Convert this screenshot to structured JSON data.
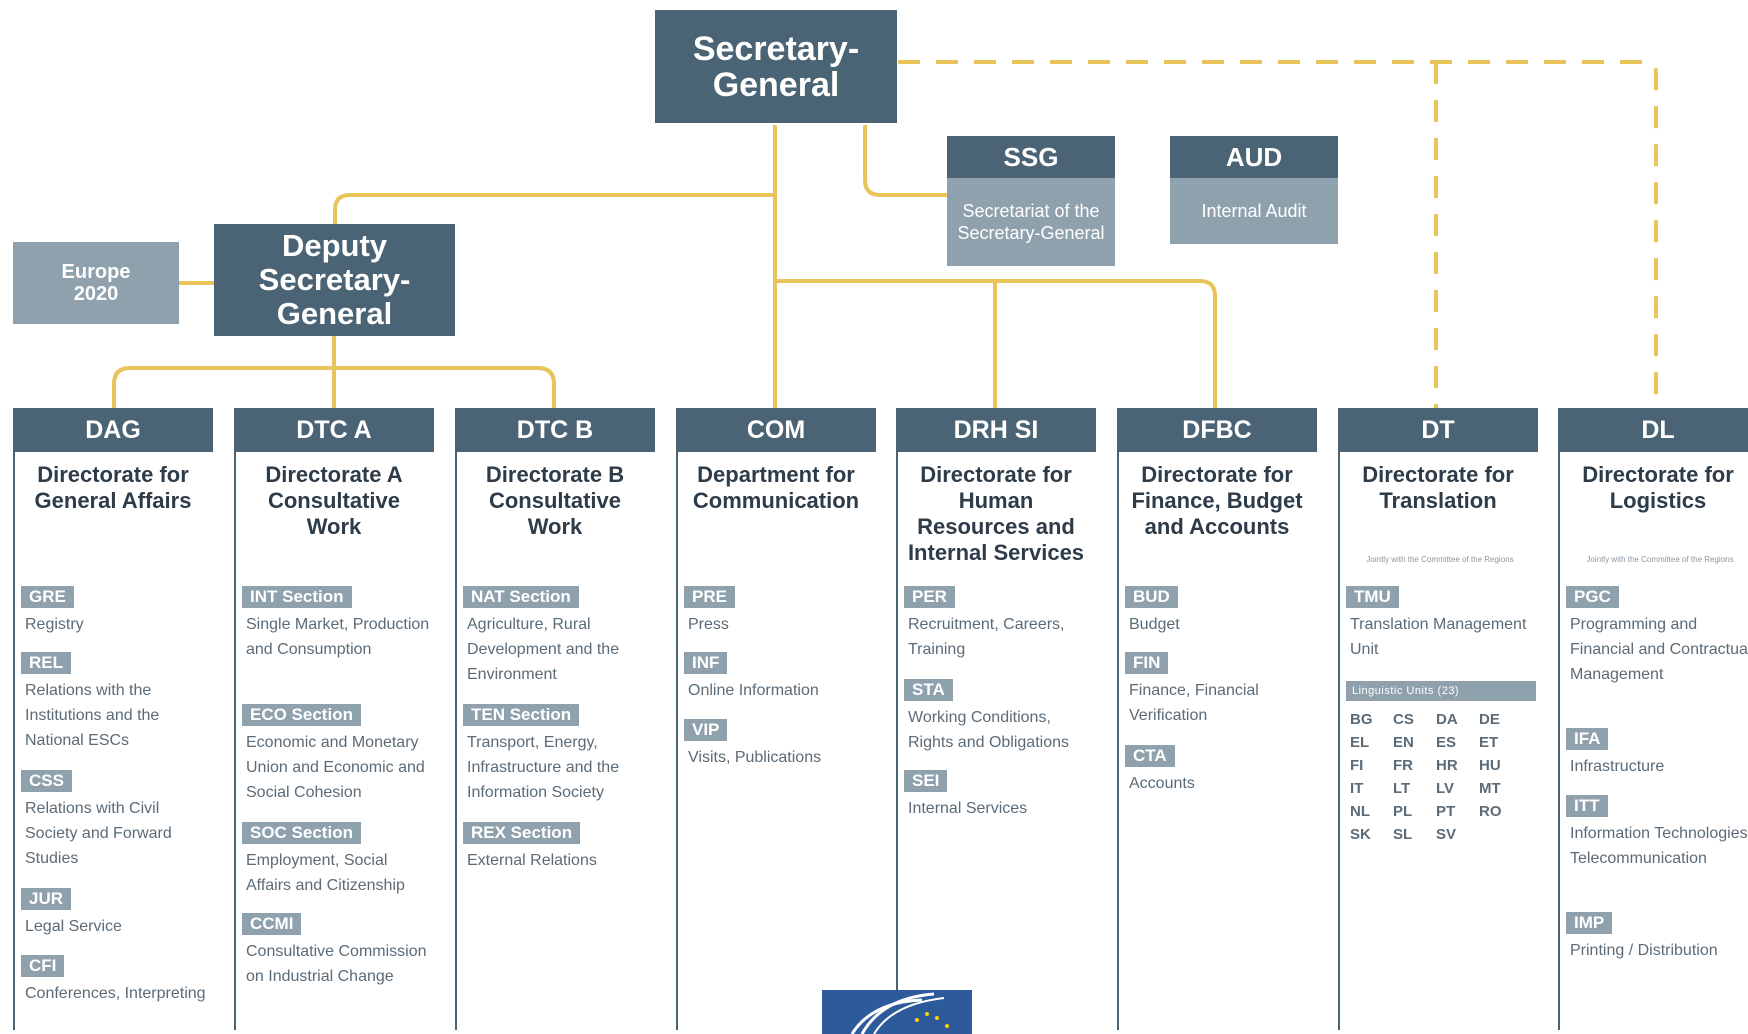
{
  "colors": {
    "dark_box": "#4b6475",
    "light_box": "#8fa1ad",
    "connector": "#e8c45a"
  },
  "top": {
    "secretary_general": "Secretary-\nGeneral",
    "ssg": {
      "code": "SSG",
      "name": "Secretariat of the Secretary-General"
    },
    "aud": {
      "code": "AUD",
      "name": "Internal Audit"
    },
    "deputy": "Deputy Secretary-General",
    "europe2020": "Europe 2020"
  },
  "directorates": [
    {
      "code": "DAG",
      "title": "Directorate for General Affairs",
      "units": [
        {
          "tag": "GRE",
          "desc": "Registry"
        },
        {
          "tag": "REL",
          "desc": "Relations with the Institutions and the National ESCs"
        },
        {
          "tag": "CSS",
          "desc": "Relations with Civil Society and Forward Studies"
        },
        {
          "tag": "JUR",
          "desc": "Legal Service"
        },
        {
          "tag": "CFI",
          "desc": "Conferences, Interpreting"
        }
      ]
    },
    {
      "code": "DTC A",
      "title": "Directorate A Consultative Work",
      "units": [
        {
          "tag": "INT Section",
          "desc": "Single Market, Production and Consumption"
        },
        {
          "tag": "ECO Section",
          "desc": "Economic and Monetary Union and Economic and Social Cohesion"
        },
        {
          "tag": "SOC Section",
          "desc": "Employment, Social Affairs and Citizenship"
        },
        {
          "tag": "CCMI",
          "desc": "Consultative Commission on Industrial Change"
        }
      ]
    },
    {
      "code": "DTC B",
      "title": "Directorate B Consultative Work",
      "units": [
        {
          "tag": "NAT Section",
          "desc": "Agriculture, Rural Development and the Environment"
        },
        {
          "tag": "TEN Section",
          "desc": "Transport, Energy, Infrastructure and the Information Society"
        },
        {
          "tag": "REX Section",
          "desc": "External Relations"
        }
      ]
    },
    {
      "code": "COM",
      "title": "Department for Communication",
      "units": [
        {
          "tag": "PRE",
          "desc": "Press"
        },
        {
          "tag": "INF",
          "desc": "Online Information"
        },
        {
          "tag": "VIP",
          "desc": "Visits, Publications"
        }
      ]
    },
    {
      "code": "DRH SI",
      "title": "Directorate for Human Resources and Internal Services",
      "units": [
        {
          "tag": "PER",
          "desc": "Recruitment, Careers, Training"
        },
        {
          "tag": "STA",
          "desc": "Working Conditions, Rights and Obligations"
        },
        {
          "tag": "SEI",
          "desc": "Internal Services"
        }
      ]
    },
    {
      "code": "DFBC",
      "title": "Directorate for Finance, Budget and Accounts",
      "units": [
        {
          "tag": "BUD",
          "desc": "Budget"
        },
        {
          "tag": "FIN",
          "desc": "Finance, Financial Verification"
        },
        {
          "tag": "CTA",
          "desc": "Accounts"
        }
      ]
    },
    {
      "code": "DT",
      "title": "Directorate for Translation",
      "note": "Jointly with the Committee of the Regions",
      "units": [
        {
          "tag": "TMU",
          "desc": "Translation Management Unit"
        }
      ],
      "lang_bar": "Linguistic Units (23)",
      "languages": [
        "BG",
        "CS",
        "DA",
        "DE",
        "EL",
        "EN",
        "ES",
        "ET",
        "FI",
        "FR",
        "HR",
        "HU",
        "IT",
        "LT",
        "LV",
        "MT",
        "NL",
        "PL",
        "PT",
        "RO",
        "SK",
        "SL",
        "SV"
      ]
    },
    {
      "code": "DL",
      "title": "Directorate for Logistics",
      "note": "Jointly with the Committee of the Regions",
      "units": [
        {
          "tag": "PGC",
          "desc": "Programming and Financial and Contractual Management"
        },
        {
          "tag": "IFA",
          "desc": "Infrastructure"
        },
        {
          "tag": "ITT",
          "desc": "Information Technologies, Telecommunication"
        },
        {
          "tag": "IMP",
          "desc": "Printing / Distribution"
        }
      ]
    }
  ]
}
